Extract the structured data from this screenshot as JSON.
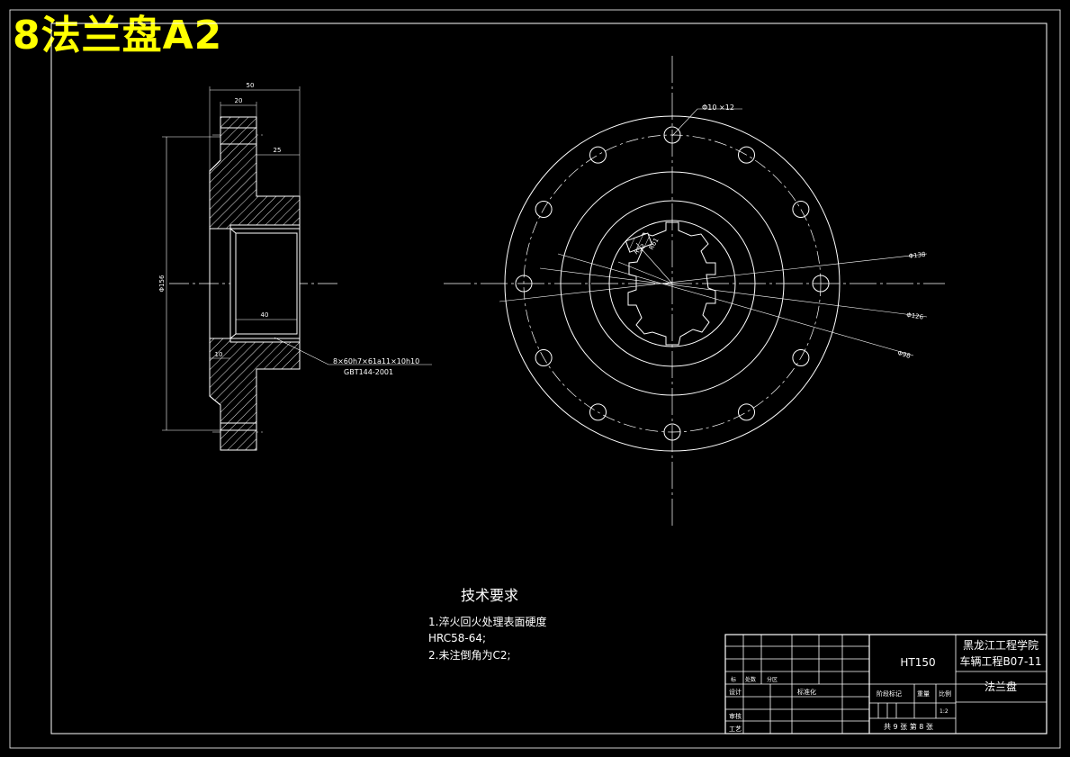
{
  "banner_title": "8法兰盘A2",
  "section_view": {
    "dim_50": "50",
    "dim_20": "20",
    "dim_25": "25",
    "dim_40": "40",
    "dim_10": "10",
    "dim_phi156": "Φ156",
    "spline_spec_line1": "8×60h7×61a11×10h10",
    "spline_spec_line2": "GBT144-2001"
  },
  "front_view": {
    "hole_callout": "Φ10 ×12",
    "dim_r52": "R52",
    "dim_r61": "R61",
    "dim_phi138": "Φ138",
    "dim_phi126": "Φ126",
    "dim_phi98": "Φ98"
  },
  "tech_requirements": {
    "title": "技术要求",
    "line1": "1.淬火回火处理表面硬度",
    "line2": "HRC58-64;",
    "line3": "2.未注倒角为C2;"
  },
  "title_block": {
    "material": "HT150",
    "school": "黑龙江工程学院",
    "class_name": "车辆工程B07-11",
    "part_name": "法兰盘",
    "row_mark": "标",
    "row_count": "处数",
    "row_zone": "分区",
    "designer_label": "设计",
    "standardize_label": "标准化",
    "review_label": "审核",
    "process_label": "工艺",
    "stage_mark": "阶段标记",
    "weight": "重量",
    "scale": "比例",
    "scale_value": "1:2",
    "sheets": "共 9 张  第 8 张"
  }
}
